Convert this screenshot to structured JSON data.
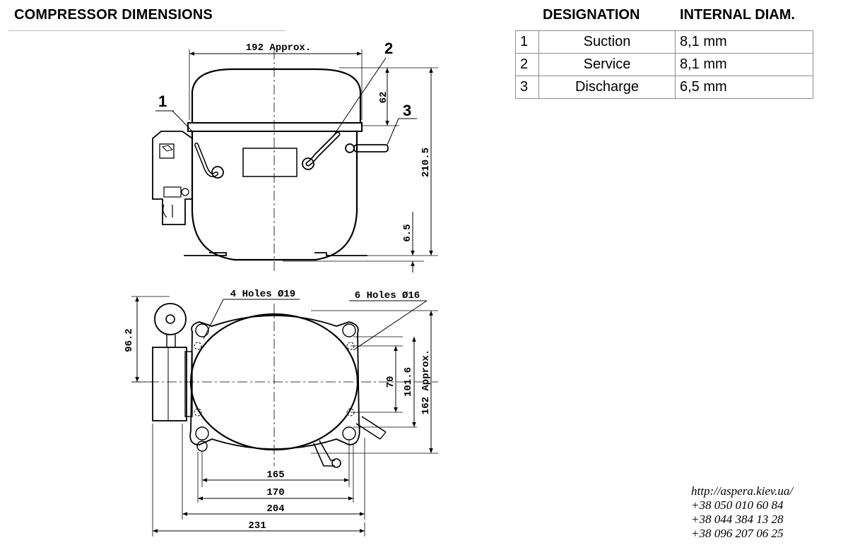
{
  "title": "COMPRESSOR DIMENSIONS",
  "table": {
    "headers": {
      "designation": "DESIGNATION",
      "internal_diam": "INTERNAL DIAM."
    },
    "rows": [
      {
        "num": "1",
        "name": "Suction",
        "diam": "8,1 mm"
      },
      {
        "num": "2",
        "name": "Service",
        "diam": "8,1 mm"
      },
      {
        "num": "3",
        "name": "Discharge",
        "diam": "6,5 mm"
      }
    ]
  },
  "drawing": {
    "callouts": {
      "c1": "1",
      "c2": "2",
      "c3": "3"
    },
    "dims": {
      "width_top": "192 Approx.",
      "d62": "62",
      "d210": "210.5",
      "d65": "6.5",
      "holes19": "4 Holes Ø19",
      "holes16": "6 Holes Ø16",
      "d96": "96.2",
      "d70": "70",
      "d101": "101.6",
      "d162": "162 Approx.",
      "d165": "165",
      "d170": "170",
      "d204": "204",
      "d231": "231"
    }
  },
  "contacts": {
    "url": "http://aspera.kiev.ua/",
    "phone1": "+38 050 010 60 84",
    "phone2": "+38 044 384 13 28",
    "phone3": "+38 096 207 06 25"
  }
}
